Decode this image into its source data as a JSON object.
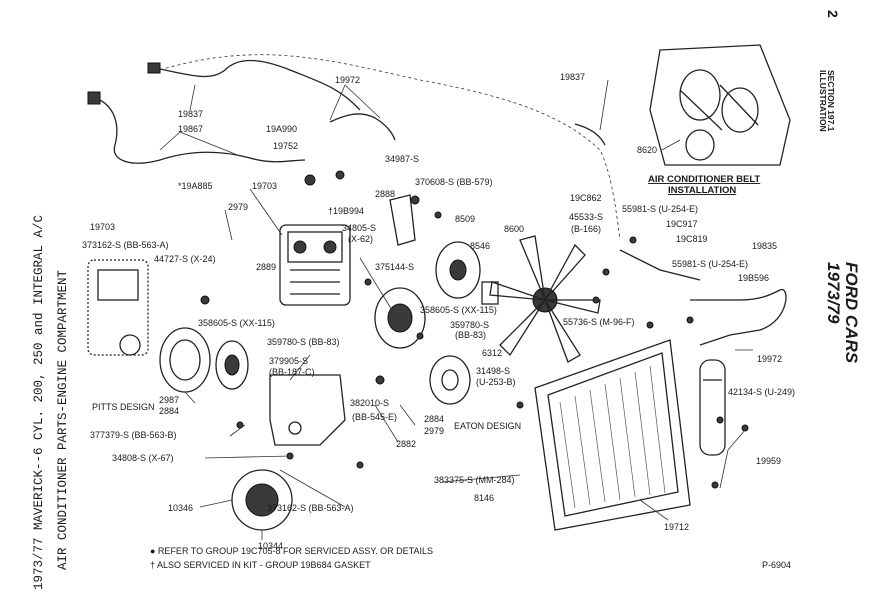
{
  "page_number": "2",
  "left_title": {
    "line1": "1973/77 MAVERICK--6 CYL. 200, 250 and INTEGRAL A/C",
    "line2": "AIR CONDITIONER PARTS-ENGINE COMPARTMENT"
  },
  "right_header": {
    "illustration": "ILLUSTRATION",
    "section": "SECTION 197.1",
    "years": "1973/79",
    "make": "FORD CARS"
  },
  "inset_title": {
    "line1": "AIR CONDITIONER BELT",
    "line2": "INSTALLATION"
  },
  "labels": [
    {
      "id": "l1",
      "text": "19837"
    },
    {
      "id": "l2",
      "text": "19867"
    },
    {
      "id": "l3",
      "text": "19972"
    },
    {
      "id": "l4",
      "text": "19A990"
    },
    {
      "id": "l5",
      "text": "19752"
    },
    {
      "id": "l6",
      "text": "†19B994"
    },
    {
      "id": "l7",
      "text": "19703"
    },
    {
      "id": "l8",
      "text": "*19A885"
    },
    {
      "id": "l9",
      "text": "2979"
    },
    {
      "id": "l10",
      "text": "19703"
    },
    {
      "id": "l11",
      "text": "373162-S (BB-563-A)"
    },
    {
      "id": "l12",
      "text": "44727-S (X-24)"
    },
    {
      "id": "l13",
      "text": "2889"
    },
    {
      "id": "l14",
      "text": "358605-S (XX-115)"
    },
    {
      "id": "l15",
      "text": "359780-S (BB-83)"
    },
    {
      "id": "l16",
      "text": "379905-S"
    },
    {
      "id": "l17",
      "text": "(BB-187-C)"
    },
    {
      "id": "l18",
      "text": "2987"
    },
    {
      "id": "l19",
      "text": "2884"
    },
    {
      "id": "l20",
      "text": "PITTS DESIGN"
    },
    {
      "id": "l21",
      "text": "377379-S (BB-563-B)"
    },
    {
      "id": "l22",
      "text": "34808-S (X-67)"
    },
    {
      "id": "l23",
      "text": "382010-S"
    },
    {
      "id": "l24",
      "text": "(BB-545-E)"
    },
    {
      "id": "l25",
      "text": "2882"
    },
    {
      "id": "l26",
      "text": "2884"
    },
    {
      "id": "l27",
      "text": "2979"
    },
    {
      "id": "l28",
      "text": "EATON DESIGN"
    },
    {
      "id": "l29",
      "text": "10346"
    },
    {
      "id": "l30",
      "text": "373162-S (BB-563-A)"
    },
    {
      "id": "l31",
      "text": "10344"
    },
    {
      "id": "l32",
      "text": "34987-S"
    },
    {
      "id": "l33",
      "text": "370608-S (BB-579)"
    },
    {
      "id": "l34",
      "text": "2888"
    },
    {
      "id": "l35",
      "text": "34805-S"
    },
    {
      "id": "l36",
      "text": "(X-62)"
    },
    {
      "id": "l37",
      "text": "375144-S"
    },
    {
      "id": "l38",
      "text": "8509"
    },
    {
      "id": "l39",
      "text": "8546"
    },
    {
      "id": "l40",
      "text": "8600"
    },
    {
      "id": "l41",
      "text": "45533-S"
    },
    {
      "id": "l42",
      "text": "(B-166)"
    },
    {
      "id": "l43",
      "text": "358605-S (XX-115)"
    },
    {
      "id": "l44",
      "text": "359780-S"
    },
    {
      "id": "l45",
      "text": "(BB-83)"
    },
    {
      "id": "l46",
      "text": "55736-S (M-96-F)"
    },
    {
      "id": "l47",
      "text": "6312"
    },
    {
      "id": "l48",
      "text": "31498-S"
    },
    {
      "id": "l49",
      "text": "(U-253-B)"
    },
    {
      "id": "l50",
      "text": "19837"
    },
    {
      "id": "l51",
      "text": "19C862"
    },
    {
      "id": "l52",
      "text": "55981-S (U-254-E)"
    },
    {
      "id": "l53",
      "text": "19C917"
    },
    {
      "id": "l54",
      "text": "19C819"
    },
    {
      "id": "l55",
      "text": "19835"
    },
    {
      "id": "l56",
      "text": "55981-S (U-254-E)"
    },
    {
      "id": "l57",
      "text": "19B596"
    },
    {
      "id": "l58",
      "text": "19972"
    },
    {
      "id": "l59",
      "text": "42134-S (U-249)"
    },
    {
      "id": "l60",
      "text": "19959"
    },
    {
      "id": "l61",
      "text": "383375-S (MM-284)"
    },
    {
      "id": "l62",
      "text": "8146"
    },
    {
      "id": "l63",
      "text": "19712"
    },
    {
      "id": "l64",
      "text": "8620"
    }
  ],
  "footnotes": [
    "● REFER TO GROUP 19C705-8 FOR SERVICED ASSY. OR DETAILS",
    "† ALSO SERVICED IN KIT - GROUP 19B684 GASKET"
  ],
  "figure_number": "P-6904"
}
